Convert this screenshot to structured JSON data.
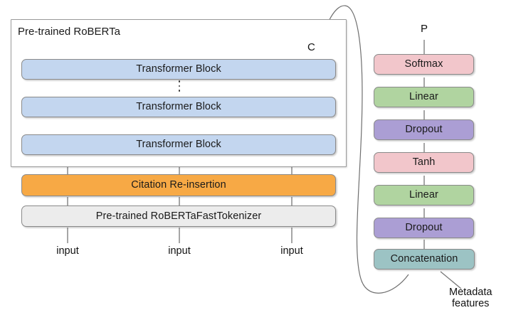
{
  "diagram": {
    "title_visible": false,
    "encoder": {
      "container_label": "Pre-trained RoBERTa",
      "blocks": [
        {
          "label": "Transformer Block"
        },
        {
          "label": "Transformer Block"
        },
        {
          "label": "Transformer Block"
        }
      ],
      "ellipsis": "⋮",
      "preprocess": [
        {
          "label": "Citation Re-insertion",
          "color": "#f7a945"
        },
        {
          "label": "Pre-trained RoBERTaFastTokenizer",
          "color": "#ececec"
        }
      ],
      "inputs": [
        {
          "label": "input"
        },
        {
          "label": "input"
        },
        {
          "label": "input"
        }
      ]
    },
    "classifier": {
      "output_label": "P",
      "layers": [
        {
          "label": "Softmax",
          "color": "#f2c6cb"
        },
        {
          "label": "Linear",
          "color": "#b0d4a0"
        },
        {
          "label": "Dropout",
          "color": "#ab9ed4"
        },
        {
          "label": "Tanh",
          "color": "#f2c6cb"
        },
        {
          "label": "Linear",
          "color": "#b0d4a0"
        },
        {
          "label": "Dropout",
          "color": "#ab9ed4"
        },
        {
          "label": "Concatenation",
          "color": "#9cc3c4"
        }
      ],
      "metadata_label_line1": "Metadata",
      "metadata_label_line2": "features"
    },
    "cls_token_label": "C",
    "colors": {
      "transformer_block": "#c3d6ef",
      "citation": "#f7a945",
      "tokenizer": "#ececec",
      "softmax": "#f2c6cb",
      "linear": "#b0d4a0",
      "dropout": "#ab9ed4",
      "tanh": "#f2c6cb",
      "concatenation": "#9cc3c4",
      "stroke": "#8a8a8a",
      "arrow": "#555555",
      "text": "#111111"
    }
  }
}
